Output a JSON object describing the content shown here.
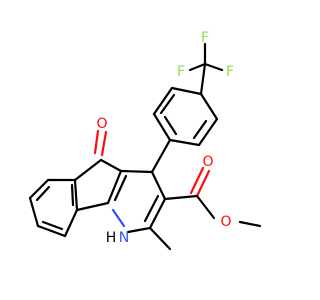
{
  "molecule": {
    "colors": {
      "carbon": "#000000",
      "oxygen": "#ff0d0d",
      "nitrogen": "#3050f8",
      "fluorine": "#90e050",
      "background": "#ffffff"
    },
    "atoms": {
      "F1": "F",
      "F2": "F",
      "F3": "F",
      "O_keto": "O",
      "O_carbonyl": "O",
      "O_ester": "O",
      "NH": "H",
      "N": "N"
    }
  }
}
